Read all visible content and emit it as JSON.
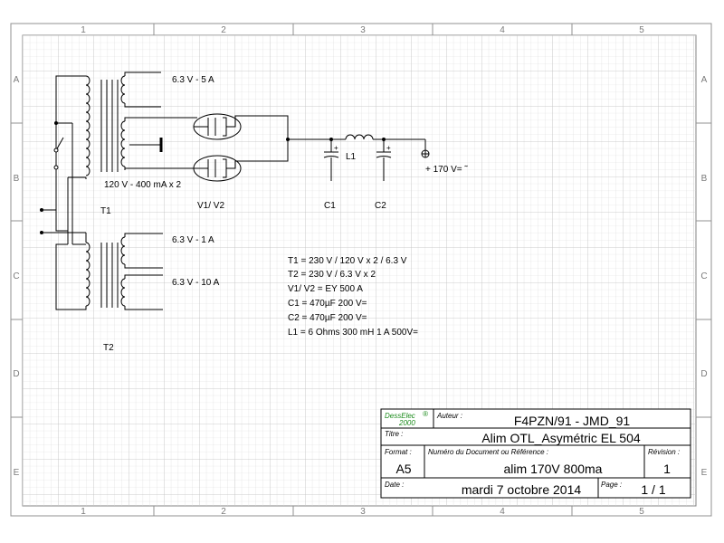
{
  "rulers": {
    "columns": [
      "1",
      "2",
      "3",
      "4",
      "5"
    ],
    "rows": [
      "A",
      "B",
      "C",
      "D",
      "E"
    ]
  },
  "schematic": {
    "t1_secondary_heater": "6.3 V - 5 A",
    "t1_secondary_hv": "120 V - 400 mA x 2",
    "t1_label": "T1",
    "t2_secondary_1": "6.3 V - 1 A",
    "t2_secondary_2": "6.3 V - 10 A",
    "t2_label": "T2",
    "rectifier_label": "V1/ V2",
    "c1_label": "C1",
    "c2_label": "C2",
    "l1_label": "L1",
    "output_label": "+ 170 V= ˜"
  },
  "specs": [
    "T1 = 230 V / 120 V x 2 / 6.3 V",
    "T2 = 230 V / 6.3 V x 2",
    "V1/ V2 = EY 500 A",
    "C1 = 470µF 200 V=",
    "C2 = 470µF 200 V=",
    "L1 = 6 Ohms 300 mH 1 A 500V="
  ],
  "title_block": {
    "logo_line1": "DessElec",
    "logo_line2": "2000",
    "logo_mark": "®",
    "auteur_label": "Auteur :",
    "auteur_value": "F4PZN/91 - JMD_91",
    "titre_label": "Titre :",
    "titre_value": "Alim OTL_Asymétric EL 504",
    "format_label": "Format :",
    "format_value": "A5",
    "numero_label": "Numéro du Document ou Référence :",
    "numero_value": "alim 170V 800ma",
    "revision_label": "Révision :",
    "revision_value": "1",
    "date_label": "Date :",
    "date_value": "mardi 7 octobre 2014",
    "page_label": "Page :",
    "page_value": "1  /  1"
  }
}
